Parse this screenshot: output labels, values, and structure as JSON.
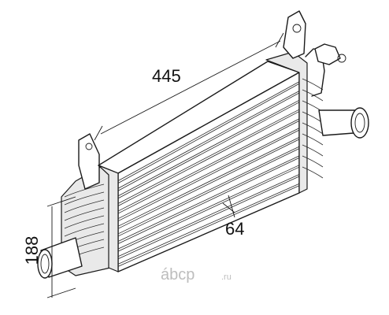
{
  "dimensions": {
    "length": "445",
    "height": "188",
    "thickness": "64"
  },
  "watermark": {
    "brand": "ábcp",
    "suffix": ".ru"
  },
  "colors": {
    "line": "#1a1a1a",
    "watermark": "#bdbdbd",
    "background": "#ffffff"
  }
}
